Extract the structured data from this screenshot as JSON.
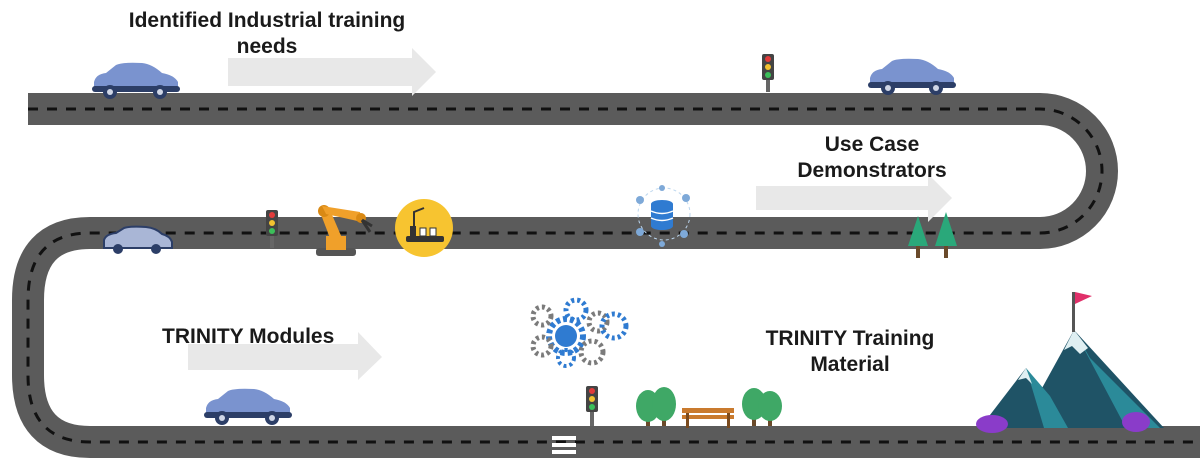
{
  "stages": [
    {
      "id": "needs",
      "lines": [
        "Identified Industrial training",
        "needs"
      ]
    },
    {
      "id": "usecase",
      "lines": [
        "Use Case",
        "Demonstrators"
      ]
    },
    {
      "id": "modules",
      "lines": [
        "TRINITY Modules"
      ]
    },
    {
      "id": "training",
      "lines": [
        "TRINITY Training",
        "Material"
      ]
    }
  ],
  "colors": {
    "road": "#5b5b5b",
    "road_dash": "#111111",
    "arrow": "#e8e8e8",
    "car": "#7a93cf",
    "car_dark": "#2c3e67",
    "tree": "#2aa87a",
    "bush": "#3fa866",
    "mountain_dark": "#1f5366",
    "mountain_mid": "#2b8a99",
    "flag": "#e0306a",
    "rock": "#8a3cc9",
    "robot": "#f0a02a",
    "gear_blue": "#2f7bd1",
    "gear_gray": "#7b7b7b"
  },
  "icons": [
    "car-icon",
    "traffic-light-icon",
    "crosswalk-icon",
    "robot-arm-icon",
    "factory-line-icon",
    "database-icon",
    "gears-icon",
    "tree-icon",
    "bench-icon",
    "mountain-flag-icon"
  ]
}
